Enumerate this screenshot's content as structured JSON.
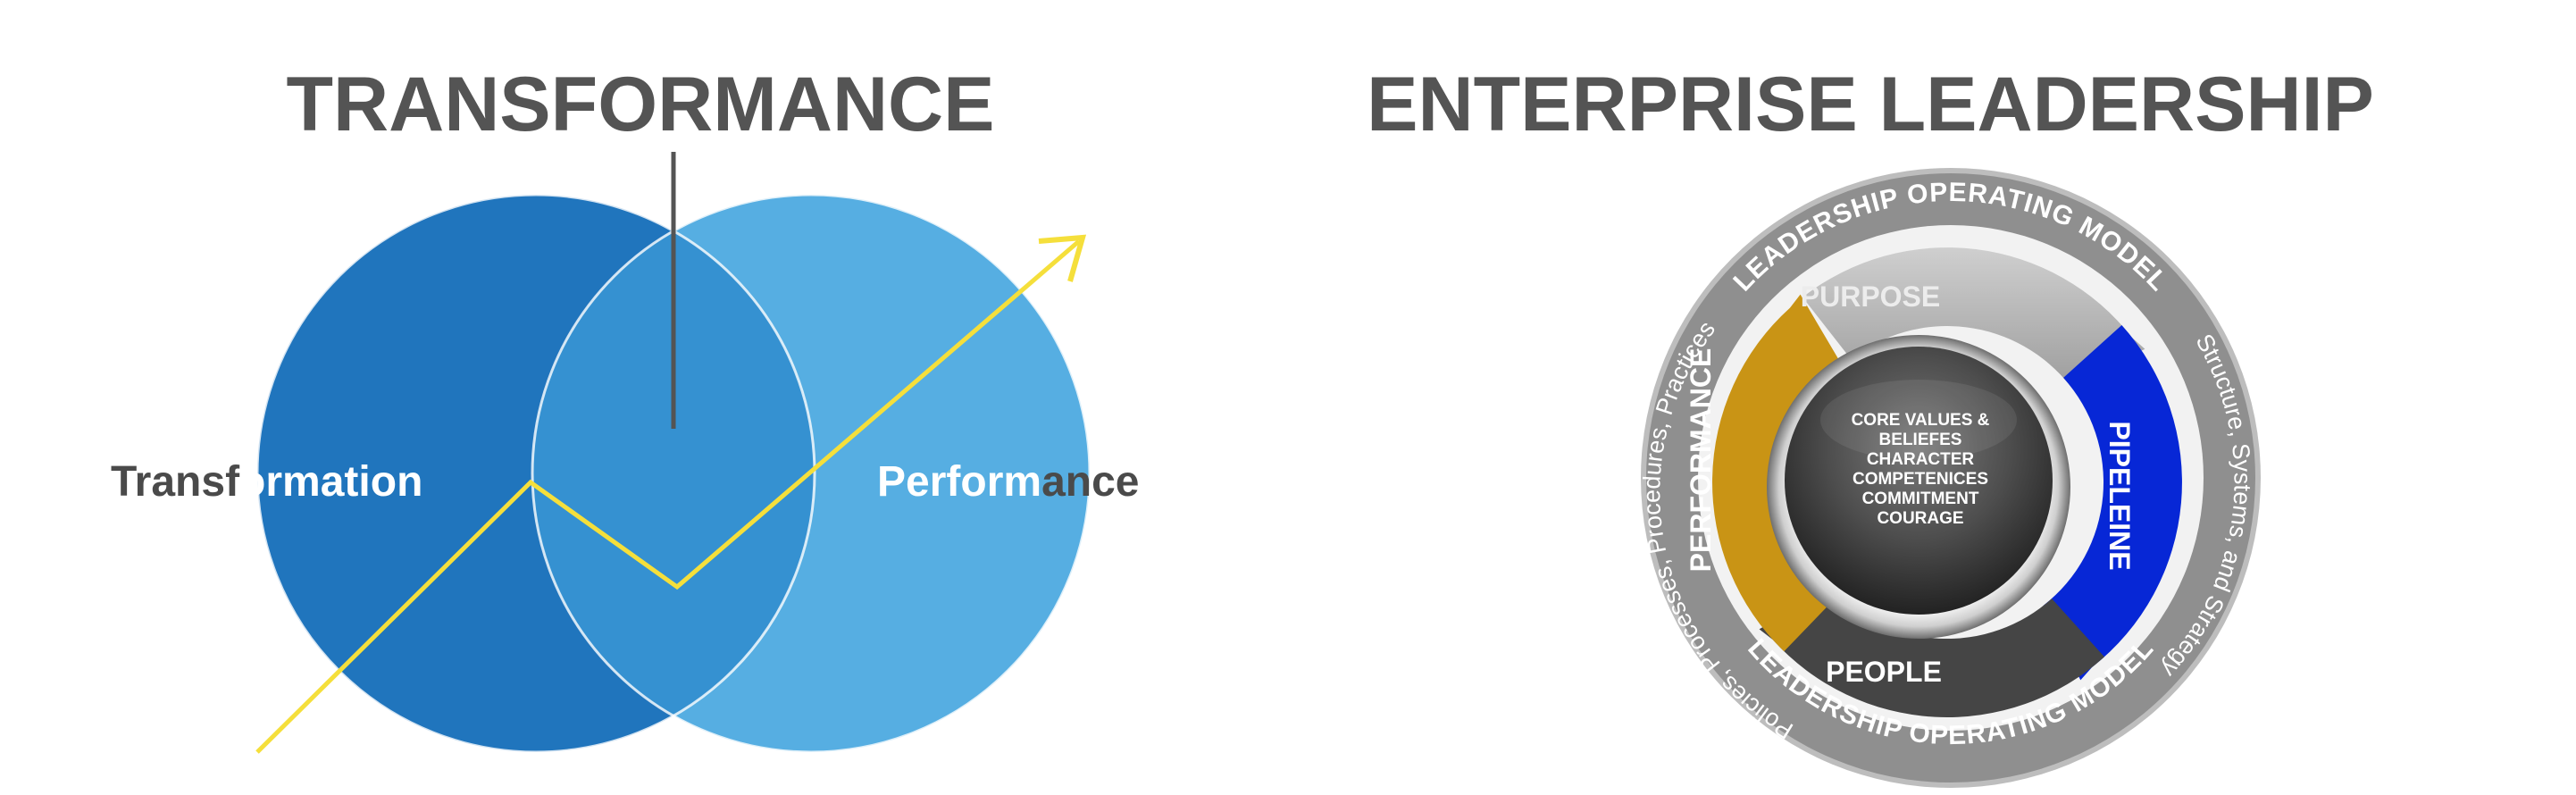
{
  "left": {
    "title": "TRANSFORMANCE",
    "circle_left_label_part1": "Transf",
    "circle_left_label_part2": "ormation",
    "circle_right_label_part1": "Perform",
    "circle_right_label_part2": "ance",
    "colors": {
      "left_circle": "#2075bd",
      "right_circle": "#56aee2",
      "overlap": "#3591d1",
      "arrow": "#f5df3b",
      "title": "#545454",
      "label_dark": "#4a4a4a",
      "label_white": "#ffffff"
    }
  },
  "right": {
    "title": "ENTERPRISE LEADERSHIP",
    "ring_top_text": "LEADERSHIP OPERATING MODEL",
    "ring_bottom_text": "LEADERSHIP OPERATING MODEL",
    "ring_left_text": "Policies, Processes, Procedures, Practices",
    "ring_right_text": "Structure, Systems, and Strategy",
    "segments": {
      "purpose": "PURPOSE",
      "pipeline": "PIPELEINE",
      "people": "PEOPLE",
      "performance": "PERFORMANCE"
    },
    "core_lines": [
      "CORE VALUES &",
      "BELIEFES",
      "CHARACTER",
      "COMPETENICES",
      "COMMITMENT",
      "COURAGE"
    ],
    "colors": {
      "outer_ring": "#8f8f8f",
      "purpose": "#b3b3b3",
      "pipeline": "#0727d6",
      "people": "#454545",
      "performance": "#c99415",
      "core": "#555555"
    }
  }
}
